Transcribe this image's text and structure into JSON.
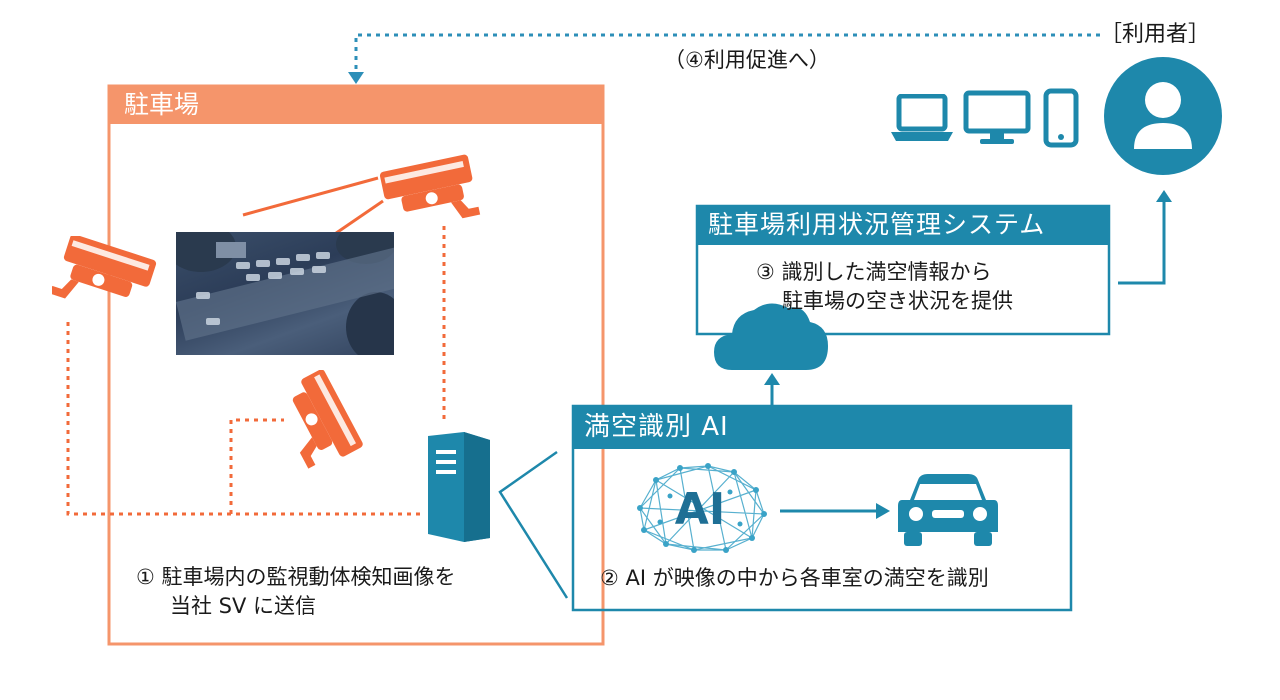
{
  "user": {
    "label": "［利用者］",
    "promotion": "（④利用促進へ）"
  },
  "parking": {
    "title": "駐車場",
    "step1": [
      "① 駐車場内の監視動体検知画像を",
      "当社 SV に送信"
    ]
  },
  "system": {
    "title": "駐車場利用状況管理システム",
    "step3": [
      "③ 識別した満空情報から",
      "駐車場の空き状況を提供"
    ]
  },
  "ai": {
    "title": "満空識別 AI",
    "brain_text": "AI",
    "step2": "② AI が映像の中から各車室の満空を識別"
  },
  "colors": {
    "orange": "#f26a3a",
    "orange_light": "#f5956b",
    "blue": "#1e88ab",
    "dot_blue": "#2d8fb8"
  },
  "icons": [
    "laptop-icon",
    "monitor-icon",
    "smartphone-icon",
    "user-icon",
    "cctv-camera-icon",
    "server-icon",
    "cloud-icon",
    "ai-brain-icon",
    "car-icon"
  ]
}
